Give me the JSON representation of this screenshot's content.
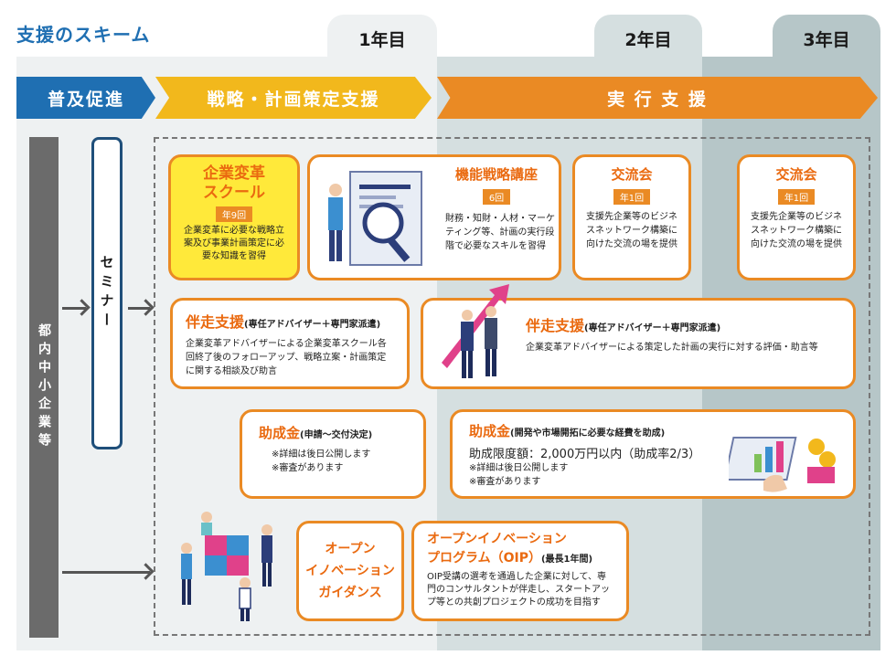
{
  "title": "支援のスキーム",
  "years": [
    "1年目",
    "2年目",
    "3年目"
  ],
  "phases": {
    "promotion": "普及促進",
    "strategy": "戦略・計画策定支援",
    "execution": "実 行 支 援"
  },
  "side": {
    "target": "都内中小企業等",
    "seminar": "セミナー"
  },
  "boxes": {
    "school": {
      "title_line1": "企業変革",
      "title_line2": "スクール",
      "badge": "年9回",
      "desc": "企業変革に必要な戦略立案及び事業計画策定に必要な知識を習得"
    },
    "course": {
      "title": "機能戦略講座",
      "badge": "6回",
      "desc": "財務・知財・人材・マーケティング等、計画の実行段階で必要なスキルを習得"
    },
    "exchange2": {
      "title": "交流会",
      "badge": "年1回",
      "desc": "支援先企業等のビジネスネットワーク構築に向けた交流の場を提供"
    },
    "exchange3": {
      "title": "交流会",
      "badge": "年1回",
      "desc": "支援先企業等のビジネスネットワーク構築に向けた交流の場を提供"
    },
    "accompany1": {
      "title": "伴走支援",
      "sub": "(専任アドバイザー＋専門家派遣)",
      "desc": "企業変革アドバイザーによる企業変革スクール各回終了後のフォローアップ、戦略立案・計画策定に関する相談及び助言"
    },
    "accompany2": {
      "title": "伴走支援",
      "sub": "(専任アドバイザー＋専門家派遣)",
      "desc": "企業変革アドバイザーによる策定した計画の実行に対する評価・助言等"
    },
    "grant1": {
      "title": "助成金",
      "sub": "(申請～交付決定)",
      "note1": "※詳細は後日公開します",
      "note2": "※審査があります"
    },
    "grant2": {
      "title": "助成金",
      "sub": "(開発や市場開拓に必要な経費を助成)",
      "limit": "助成限度額：2,000万円以内（助成率2/3）",
      "note1": "※詳細は後日公開します",
      "note2": "※審査があります"
    },
    "guidance": {
      "line1": "オープン",
      "line2": "イノベーション",
      "line3": "ガイダンス"
    },
    "oip": {
      "title_line1": "オープンイノベーション",
      "title_line2": "プログラム（OIP）",
      "sub": "(最長1年間)",
      "desc": "OIP受講の選考を通過した企業に対して、専門のコンサルタントが伴走し、スタートアップ等との共創プロジェクトの成功を目指す"
    }
  },
  "colors": {
    "blue": "#1f6fb2",
    "yellow": "#f2b81c",
    "orange": "#ea8a24",
    "panel1": "#eef1f2",
    "panel2": "#d5dfe0",
    "panel3": "#b6c6c8",
    "gray": "#6b6b6b"
  }
}
